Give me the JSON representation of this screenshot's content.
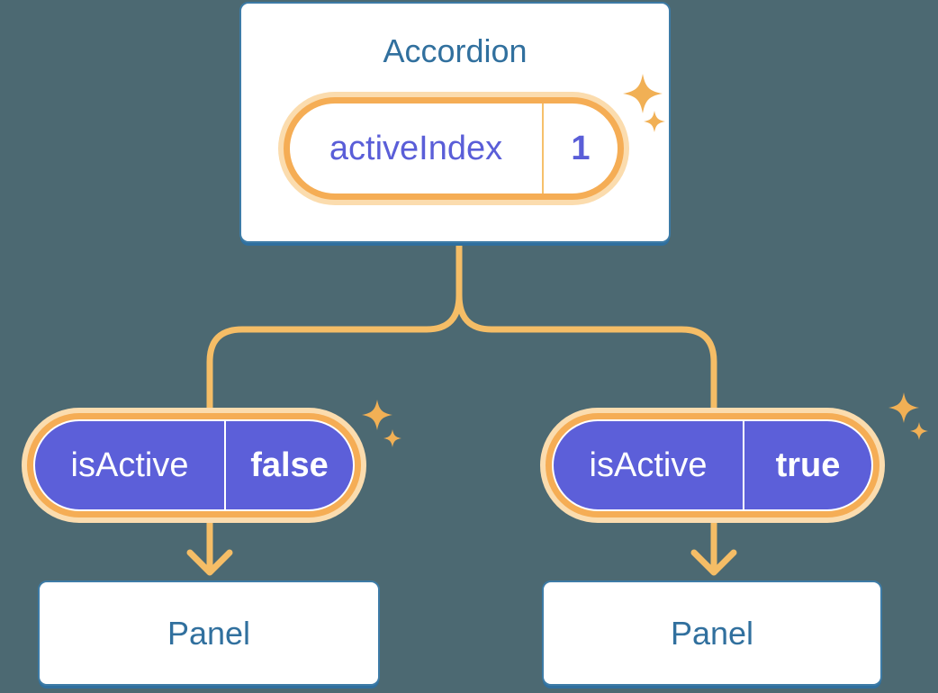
{
  "colors": {
    "background": "#4C6972",
    "card_border": "#3D7BA6",
    "card_shadow": "#2F6F9E",
    "heading_text": "#31709E",
    "purple_fill": "#5C5FD9",
    "purple_text": "#5A5ED8",
    "orange_ring": "#F5AD55",
    "orange_halo": "#FBDCAE",
    "divider_orange": "#F6C06B",
    "connector": "#F5BD66",
    "sparkle": "#F1B055"
  },
  "diagram": {
    "accordion": {
      "title": "Accordion",
      "state": {
        "label": "activeIndex",
        "value": "1"
      }
    },
    "children": [
      {
        "prop": {
          "label": "isActive",
          "value": "false"
        },
        "panel": {
          "title": "Panel"
        }
      },
      {
        "prop": {
          "label": "isActive",
          "value": "true"
        },
        "panel": {
          "title": "Panel"
        }
      }
    ]
  }
}
